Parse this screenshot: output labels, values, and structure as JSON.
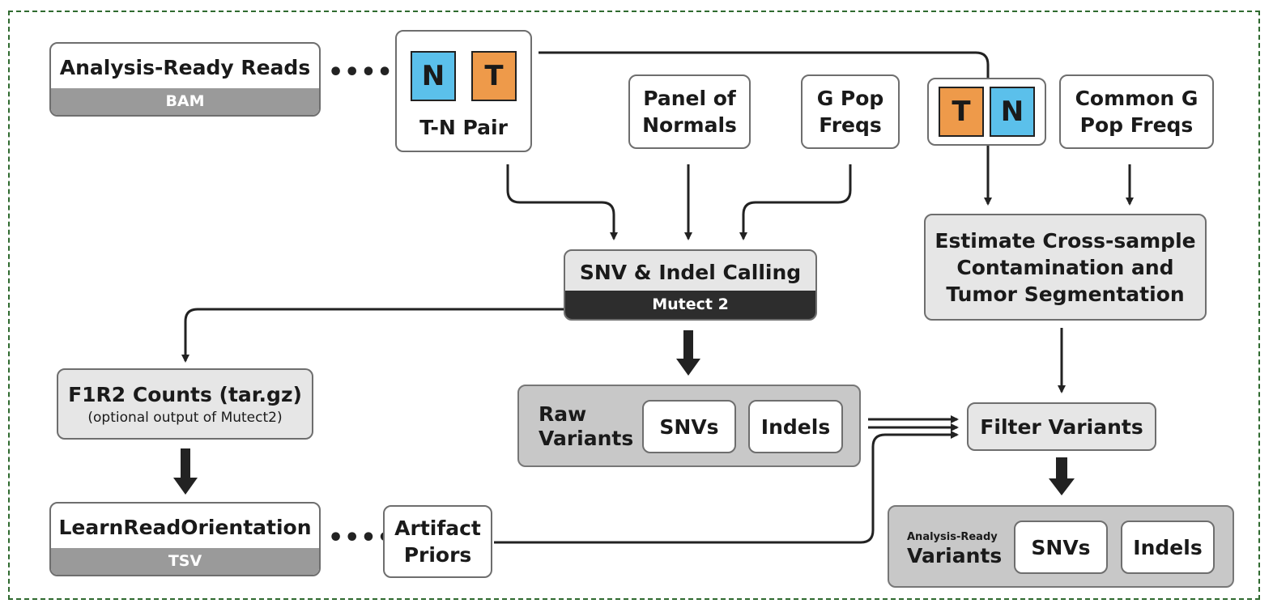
{
  "nodes": {
    "analysis_ready_reads": {
      "title": "Analysis-Ready Reads",
      "band": "BAM"
    },
    "tn_pair": {
      "n": "N",
      "t": "T",
      "label": "T-N Pair"
    },
    "panel_of_normals": {
      "line1": "Panel of",
      "line2": "Normals"
    },
    "g_pop_freqs": {
      "line1": "G Pop",
      "line2": "Freqs"
    },
    "tn_pair_2": {
      "t": "T",
      "n": "N"
    },
    "common_g_pop_freqs": {
      "line1": "Common G",
      "line2": "Pop Freqs"
    },
    "snv_indel_calling": {
      "title": "SNV & Indel Calling",
      "band": "Mutect 2"
    },
    "estimate_contamination": {
      "line1": "Estimate Cross-sample",
      "line2": "Contamination and",
      "line3": "Tumor Segmentation"
    },
    "f1r2_counts": {
      "title": "F1R2 Counts (tar.gz)",
      "subtitle": "(optional output of Mutect2)"
    },
    "raw_variants": {
      "line1": "Raw",
      "line2": "Variants",
      "snvs": "SNVs",
      "indels": "Indels"
    },
    "filter_variants": {
      "title": "Filter Variants"
    },
    "learn_read_orientation": {
      "title": "LearnReadOrientation",
      "band": "TSV"
    },
    "artifact_priors": {
      "line1": "Artifact",
      "line2": "Priors"
    },
    "analysis_ready_variants": {
      "line1": "Analysis-Ready",
      "line2": "Variants",
      "snvs": "SNVs",
      "indels": "Indels"
    }
  },
  "connector_dots": "•••••",
  "colors": {
    "normal": "#5bc0eb",
    "tumor": "#ee9a4a",
    "frame": "#2f6a2f",
    "dark_band": "#2d2d2d",
    "grey_band": "#9a9a9a"
  }
}
